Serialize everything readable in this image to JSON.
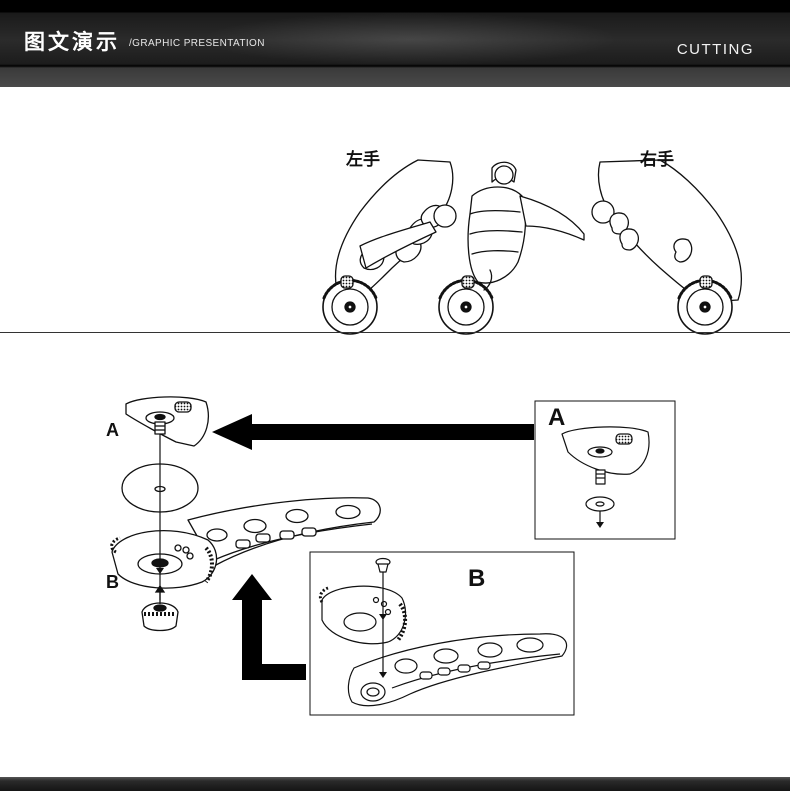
{
  "header": {
    "title_cn": "图文演示",
    "title_en": "/GRAPHIC PRESENTATION",
    "right_label": "CUTTING"
  },
  "usage": {
    "left_hand_label": "左手",
    "right_hand_label": "右手"
  },
  "assembly": {
    "label_a_main": "A",
    "label_b_main": "B",
    "label_a_inset": "A",
    "label_b_inset": "B"
  },
  "colors": {
    "header_bg": "#1c1c1c",
    "header_text": "#ffffff",
    "line_art": "#111111",
    "arrow": "#000000"
  }
}
